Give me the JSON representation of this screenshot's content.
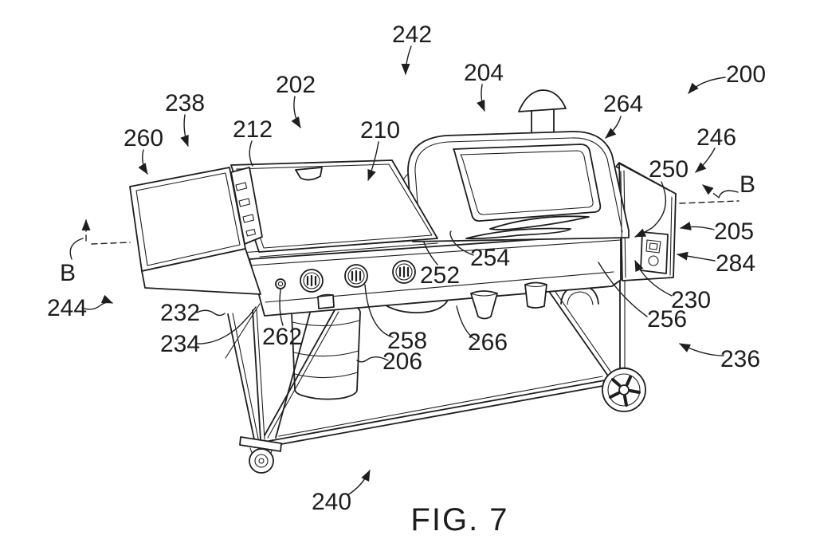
{
  "figure": {
    "caption": "FIG. 7",
    "ink_color": "#1e1e1e",
    "background_color": "#ffffff",
    "section_markers": {
      "left": "B",
      "right": "B"
    },
    "reference_labels": {
      "200": "200",
      "202": "202",
      "204": "204",
      "205": "205",
      "206": "206",
      "210": "210",
      "212": "212",
      "230": "230",
      "232": "232",
      "234": "234",
      "236": "236",
      "238": "238",
      "240": "240",
      "242": "242",
      "244": "244",
      "246": "246",
      "250": "250",
      "252": "252",
      "254": "254",
      "256": "256",
      "258": "258",
      "260": "260",
      "262": "262",
      "264": "264",
      "266": "266",
      "284": "284"
    }
  }
}
